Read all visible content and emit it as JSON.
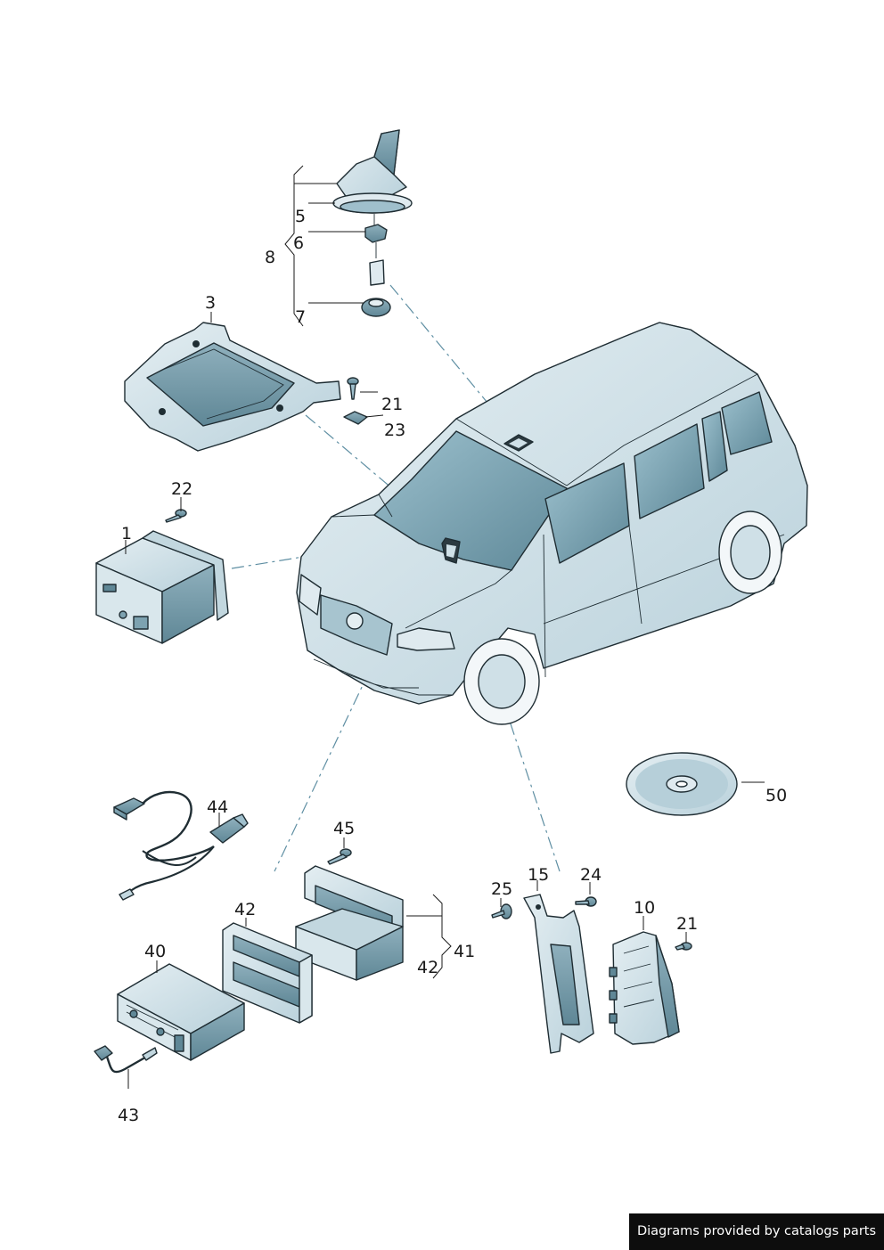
{
  "callouts": [
    "1",
    "3",
    "5",
    "6",
    "7",
    "8",
    "10",
    "15",
    "21",
    "21",
    "22",
    "23",
    "24",
    "25",
    "40",
    "41",
    "42",
    "42",
    "43",
    "44",
    "45",
    "50"
  ],
  "credit": "Diagrams provided by catalogs parts",
  "colors": {
    "part_fill": "#c9dde5",
    "part_shade": "#9fbfcc",
    "part_dark": "#6f97a7",
    "outline": "#1f2d33",
    "leader_dash": "#5f8fa3"
  }
}
